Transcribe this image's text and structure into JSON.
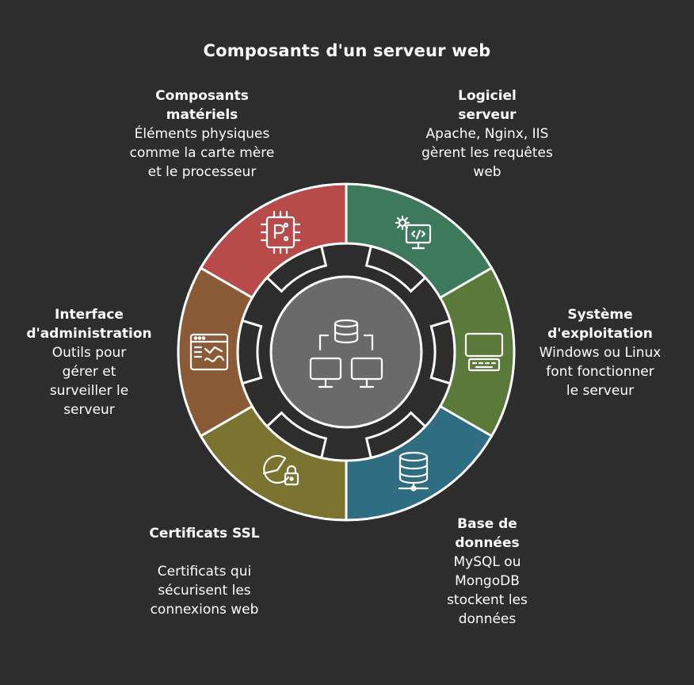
{
  "title": "Composants d'un serveur web",
  "segments": [
    {
      "id": "hardware",
      "title": "Composants matériels",
      "description": "Éléments physiques comme la carte mère et le processeur",
      "icon": "circuit-board-icon",
      "color": "#b84a4a"
    },
    {
      "id": "server-software",
      "title": "Logiciel serveur",
      "description": "Apache, Nginx, IIS gèrent les requêtes web",
      "icon": "gear-code-monitor-icon",
      "color": "#3d7a5c"
    },
    {
      "id": "os",
      "title": "Système d'exploitation",
      "description": "Windows ou Linux font fonctionner le serveur",
      "icon": "laptop-icon",
      "color": "#5a7a3a"
    },
    {
      "id": "database",
      "title": "Base de données",
      "description": "MySQL ou MongoDB stockent les données",
      "icon": "database-icon",
      "color": "#2e6d82"
    },
    {
      "id": "ssl",
      "title": "Certificats SSL",
      "description": "Certificats qui sécurisent les connexions web",
      "icon": "chart-lock-icon",
      "color": "#7a7430"
    },
    {
      "id": "admin",
      "title": "Interface d'administration",
      "description": "Outils pour gérer et surveiller le serveur",
      "icon": "dashboard-window-icon",
      "color": "#8b5a36"
    }
  ],
  "center": {
    "icon": "database-network-icon",
    "color": "#6a6a6a"
  }
}
